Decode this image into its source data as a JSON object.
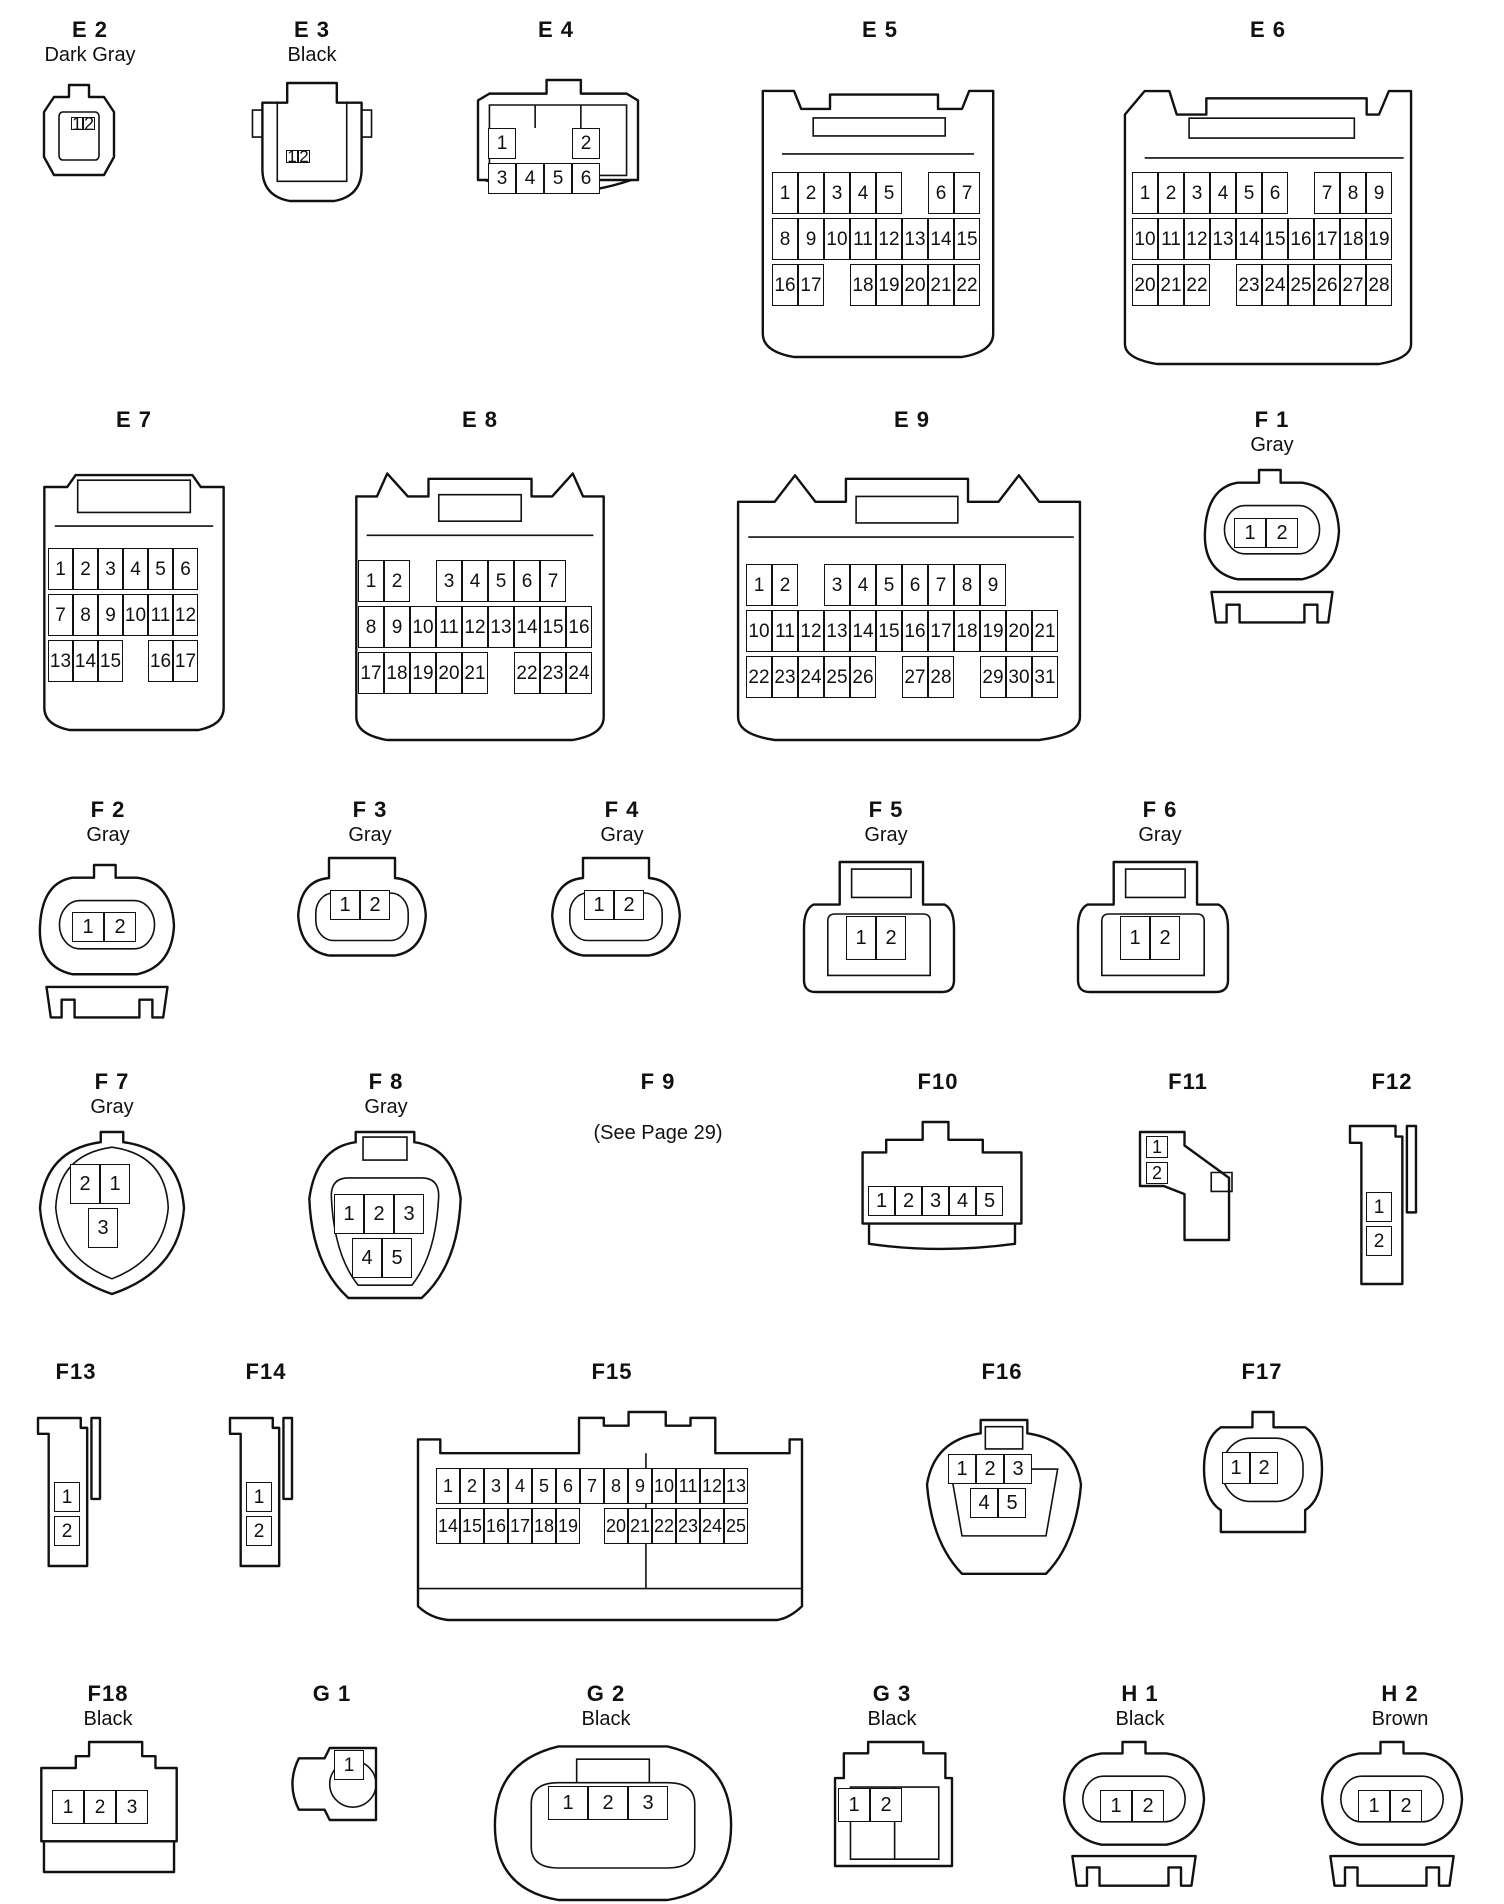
{
  "connectors": [
    {
      "id": "E2",
      "code": "E 2",
      "color": "Dark Gray",
      "pins": [
        [
          "1",
          "2"
        ]
      ]
    },
    {
      "id": "E3",
      "code": "E 3",
      "color": "Black",
      "pins": [
        [
          "1",
          "2"
        ]
      ]
    },
    {
      "id": "E4",
      "code": "E 4",
      "color": "",
      "pins": [
        [
          "1",
          "",
          "",
          "2"
        ],
        [
          "3",
          "4",
          "5",
          "6"
        ]
      ]
    },
    {
      "id": "E5",
      "code": "E 5",
      "color": "",
      "pins": [
        [
          "1",
          "2",
          "3",
          "4",
          "5",
          "",
          "6",
          "7"
        ],
        [
          "8",
          "9",
          "10",
          "11",
          "12",
          "13",
          "14",
          "15"
        ],
        [
          "16",
          "17",
          "",
          "18",
          "19",
          "20",
          "21",
          "22"
        ]
      ]
    },
    {
      "id": "E6",
      "code": "E 6",
      "color": "",
      "pins": [
        [
          "1",
          "2",
          "3",
          "4",
          "5",
          "6",
          "",
          "7",
          "8",
          "9"
        ],
        [
          "10",
          "11",
          "12",
          "13",
          "14",
          "15",
          "16",
          "17",
          "18",
          "19"
        ],
        [
          "20",
          "21",
          "22",
          "",
          "23",
          "24",
          "25",
          "26",
          "27",
          "28"
        ]
      ]
    },
    {
      "id": "E7",
      "code": "E 7",
      "color": "",
      "pins": [
        [
          "1",
          "2",
          "3",
          "4",
          "5",
          "6"
        ],
        [
          "7",
          "8",
          "9",
          "10",
          "11",
          "12"
        ],
        [
          "13",
          "14",
          "15",
          "",
          "16",
          "17"
        ]
      ]
    },
    {
      "id": "E8",
      "code": "E 8",
      "color": "",
      "pins": [
        [
          "1",
          "2",
          "",
          "3",
          "4",
          "5",
          "6",
          "7"
        ],
        [
          "8",
          "9",
          "10",
          "11",
          "12",
          "13",
          "14",
          "15",
          "16"
        ],
        [
          "17",
          "18",
          "19",
          "20",
          "21",
          "",
          "22",
          "23",
          "24"
        ]
      ]
    },
    {
      "id": "E9",
      "code": "E 9",
      "color": "",
      "pins": [
        [
          "1",
          "2",
          "",
          "3",
          "4",
          "5",
          "6",
          "7",
          "8",
          "9"
        ],
        [
          "10",
          "11",
          "12",
          "13",
          "14",
          "15",
          "16",
          "17",
          "18",
          "19",
          "20",
          "21"
        ],
        [
          "22",
          "23",
          "24",
          "25",
          "26",
          "",
          "27",
          "28",
          "",
          "29",
          "30",
          "31"
        ]
      ]
    },
    {
      "id": "F1",
      "code": "F 1",
      "color": "Gray",
      "pins": [
        [
          "1",
          "2"
        ]
      ]
    },
    {
      "id": "F2",
      "code": "F 2",
      "color": "Gray",
      "pins": [
        [
          "1",
          "2"
        ]
      ]
    },
    {
      "id": "F3",
      "code": "F 3",
      "color": "Gray",
      "pins": [
        [
          "1",
          "2"
        ]
      ]
    },
    {
      "id": "F4",
      "code": "F 4",
      "color": "Gray",
      "pins": [
        [
          "1",
          "2"
        ]
      ]
    },
    {
      "id": "F5",
      "code": "F 5",
      "color": "Gray",
      "pins": [
        [
          "1",
          "2"
        ]
      ]
    },
    {
      "id": "F6",
      "code": "F 6",
      "color": "Gray",
      "pins": [
        [
          "1",
          "2"
        ]
      ]
    },
    {
      "id": "F7",
      "code": "F 7",
      "color": "Gray",
      "pins": [
        [
          "2",
          "1"
        ],
        [
          "3"
        ]
      ]
    },
    {
      "id": "F8",
      "code": "F 8",
      "color": "Gray",
      "pins": [
        [
          "1",
          "2",
          "3"
        ],
        [
          "4",
          "5"
        ]
      ]
    },
    {
      "id": "F9",
      "code": "F 9",
      "color": "",
      "note": "(See Page 29)",
      "pins": []
    },
    {
      "id": "F10",
      "code": "F10",
      "color": "",
      "pins": [
        [
          "1",
          "2",
          "3",
          "4",
          "5"
        ]
      ]
    },
    {
      "id": "F11",
      "code": "F11",
      "color": "",
      "pins": [
        [
          "1"
        ],
        [
          "2"
        ]
      ]
    },
    {
      "id": "F12",
      "code": "F12",
      "color": "",
      "pins": [
        [
          "1"
        ],
        [
          "2"
        ]
      ]
    },
    {
      "id": "F13",
      "code": "F13",
      "color": "",
      "pins": [
        [
          "1"
        ],
        [
          "2"
        ]
      ]
    },
    {
      "id": "F14",
      "code": "F14",
      "color": "",
      "pins": [
        [
          "1"
        ],
        [
          "2"
        ]
      ]
    },
    {
      "id": "F15",
      "code": "F15",
      "color": "",
      "pins": [
        [
          "1",
          "2",
          "3",
          "4",
          "5",
          "6",
          "7",
          "8",
          "9",
          "10",
          "11",
          "12",
          "13"
        ],
        [
          "14",
          "15",
          "16",
          "17",
          "18",
          "19",
          "",
          "20",
          "21",
          "22",
          "23",
          "24",
          "25"
        ]
      ]
    },
    {
      "id": "F16",
      "code": "F16",
      "color": "",
      "pins": [
        [
          "1",
          "2",
          "3"
        ],
        [
          "4",
          "5"
        ]
      ]
    },
    {
      "id": "F17",
      "code": "F17",
      "color": "",
      "pins": [
        [
          "1",
          "2"
        ]
      ]
    },
    {
      "id": "F18",
      "code": "F18",
      "color": "Black",
      "pins": [
        [
          "1",
          "2",
          "3"
        ]
      ]
    },
    {
      "id": "G1",
      "code": "G 1",
      "color": "",
      "pins": [
        [
          "1"
        ]
      ]
    },
    {
      "id": "G2",
      "code": "G 2",
      "color": "Black",
      "pins": [
        [
          "1",
          "2",
          "3"
        ]
      ]
    },
    {
      "id": "G3",
      "code": "G 3",
      "color": "Black",
      "pins": [
        [
          "1",
          "2"
        ]
      ]
    },
    {
      "id": "H1",
      "code": "H 1",
      "color": "Black",
      "pins": [
        [
          "1",
          "2"
        ]
      ]
    },
    {
      "id": "H2",
      "code": "H 2",
      "color": "Brown",
      "pins": [
        [
          "1",
          "2"
        ]
      ]
    }
  ]
}
